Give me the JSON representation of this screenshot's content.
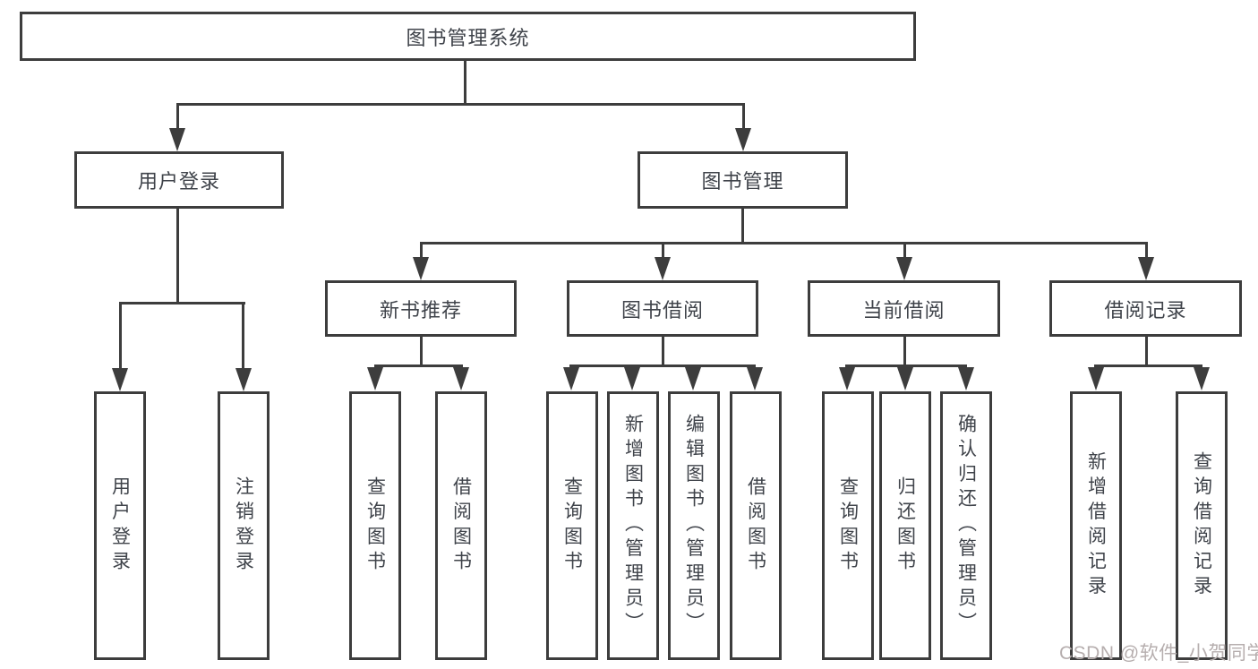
{
  "diagram": {
    "root": {
      "label": "图书管理系统"
    },
    "level2": [
      {
        "label": "用户登录"
      },
      {
        "label": "图书管理"
      }
    ],
    "level3": [
      {
        "label": "新书推荐"
      },
      {
        "label": "图书借阅"
      },
      {
        "label": "当前借阅"
      },
      {
        "label": "借阅记录"
      }
    ],
    "leaves": {
      "login": [
        "用户登录",
        "注销登录"
      ],
      "newbook": [
        "查询图书",
        "借阅图书"
      ],
      "borrow": [
        "查询图书",
        "新增图书（管理员）",
        "编辑图书（管理员）",
        "借阅图书"
      ],
      "current": [
        "查询图书",
        "归还图书",
        "确认归还（管理员）"
      ],
      "records": [
        "新增借阅记录",
        "查询借阅记录"
      ]
    }
  },
  "watermark": {
    "text": "CSDN @软件_小贺同学"
  },
  "colors": {
    "line": "#3d3d3d",
    "text": "#3f434a",
    "watermark": "#b6aeae",
    "background": "#ffffff"
  }
}
